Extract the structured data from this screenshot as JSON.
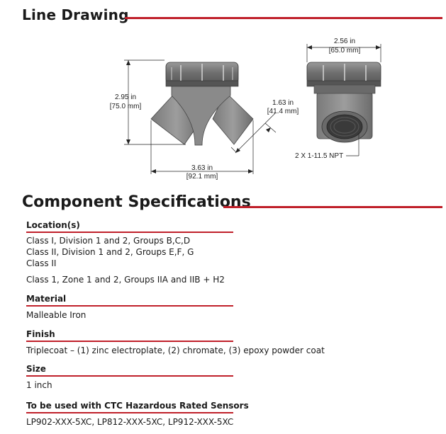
{
  "sections": {
    "line_drawing_title": "Line Drawing",
    "component_specs_title": "Component Specifications"
  },
  "dimensions": {
    "height_in": "2.95 in",
    "height_mm": "[75.0 mm]",
    "width_in": "3.63 in",
    "width_mm": "[92.1 mm]",
    "arm_in": "1.63 in",
    "arm_mm": "[41.4 mm]",
    "side_width_in": "2.56 in",
    "side_width_mm": "[65.0 mm]",
    "thread_note": "2 X 1-11.5 NPT"
  },
  "specs": {
    "location": {
      "heading": "Location(s)",
      "lines": [
        "Class I, Division 1 and 2, Groups B,C,D",
        "Class II, Division 1 and 2, Groups E,F, G",
        "Class II",
        "Class 1, Zone 1 and 2, Groups IIA and IIB + H2"
      ]
    },
    "material": {
      "heading": "Material",
      "value": "Malleable Iron"
    },
    "finish": {
      "heading": "Finish",
      "value": "Triplecoat – (1) zinc electroplate, (2) chromate, (3) epoxy powder coat"
    },
    "size": {
      "heading": "Size",
      "value": "1 inch"
    },
    "sensors": {
      "heading": "To be used with CTC Hazardous Rated Sensors",
      "value": "LP902-XXX-5XC, LP812-XXX-5XC, LP912-XXX-5XC"
    }
  },
  "colors": {
    "accent": "#c0202a",
    "text": "#1a1a1a",
    "part_gray": "#8c8c8c"
  }
}
